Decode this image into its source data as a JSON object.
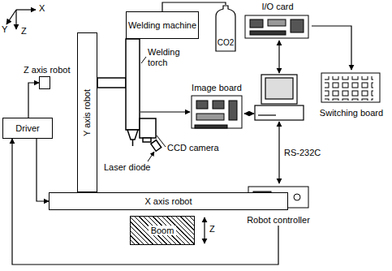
{
  "diagram": {
    "nodes": [
      {
        "text": [
          "Welding machine"
        ]
      },
      {
        "text": [
          "CO2"
        ]
      },
      {
        "text": [
          "Y axis robot"
        ]
      },
      {
        "text": [
          "Z axis robot"
        ]
      },
      {
        "text": [
          "Driver"
        ]
      },
      {
        "text": [
          "X axis robot"
        ]
      },
      {
        "text": [
          "Boom"
        ]
      },
      {
        "text": [
          "Image board"
        ]
      },
      {
        "text": [
          "I/O card"
        ]
      },
      {
        "text": [
          "Switching board"
        ]
      },
      {
        "text": [
          "Robot controller"
        ]
      }
    ],
    "edges": [
      {
        "from": 0,
        "to": 1,
        "arrow": "none"
      },
      {
        "from": 4,
        "to": 3,
        "arrow": "to"
      },
      {
        "from": 4,
        "to": 5,
        "arrow": "to"
      },
      {
        "from": 10,
        "to": 4,
        "arrow": "to"
      },
      {
        "from": 8,
        "to": 9,
        "arrow": "to"
      }
    ],
    "labels": [
      "X",
      "Y",
      "Z",
      "Welding torch",
      "CCD camera",
      "Laser diode",
      "Z",
      "RS-232C"
    ]
  }
}
